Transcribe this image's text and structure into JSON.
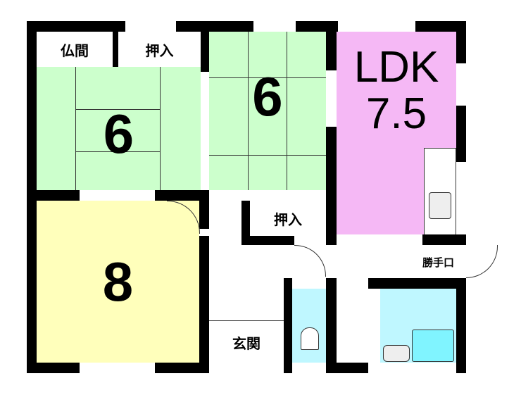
{
  "rooms": {
    "butsuma": "仏間",
    "oshiire_top": "押入",
    "washitsu_left": "6",
    "washitsu_mid": "6",
    "ldk_name": "LDK",
    "ldk_size": "7.5",
    "oshiire_mid": "押入",
    "western": "8",
    "entrance": "玄関",
    "back_door": "勝手口"
  },
  "colors": {
    "tatami": "#ccffcc",
    "ldk": "#f5b8f5",
    "western": "#ffffbb",
    "wet": "#bff7ff",
    "bath": "#80f4ff"
  }
}
